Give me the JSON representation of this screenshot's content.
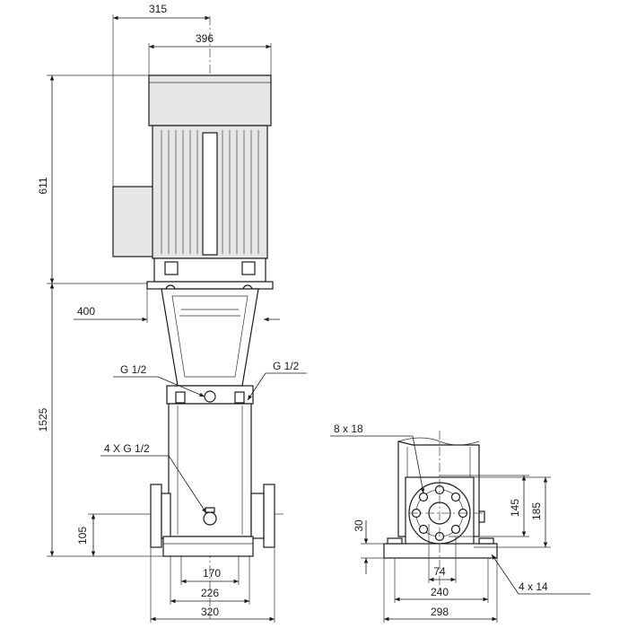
{
  "front_view": {
    "dim_motor_offset": "315",
    "dim_motor_width": "396",
    "dim_motor_height": "611",
    "dim_total_height": "1525",
    "dim_coupling_clearance": "400",
    "label_vent_left": "G 1/2",
    "label_vent_right": "G 1/2",
    "label_drain_ports": "4 X G 1/2",
    "dim_flange_height": "105",
    "dim_base_inner": "170",
    "dim_port_to_port": "226",
    "dim_base_outer": "320"
  },
  "side_view": {
    "label_flange_holes": "8 x 18",
    "dim_base_height": "30",
    "dim_bolt_circle": "145",
    "dim_flange_outer": "185",
    "dim_bore": "74",
    "dim_anchor_spacing": "240",
    "dim_base_width": "298",
    "label_anchor_holes": "4 x 14"
  }
}
